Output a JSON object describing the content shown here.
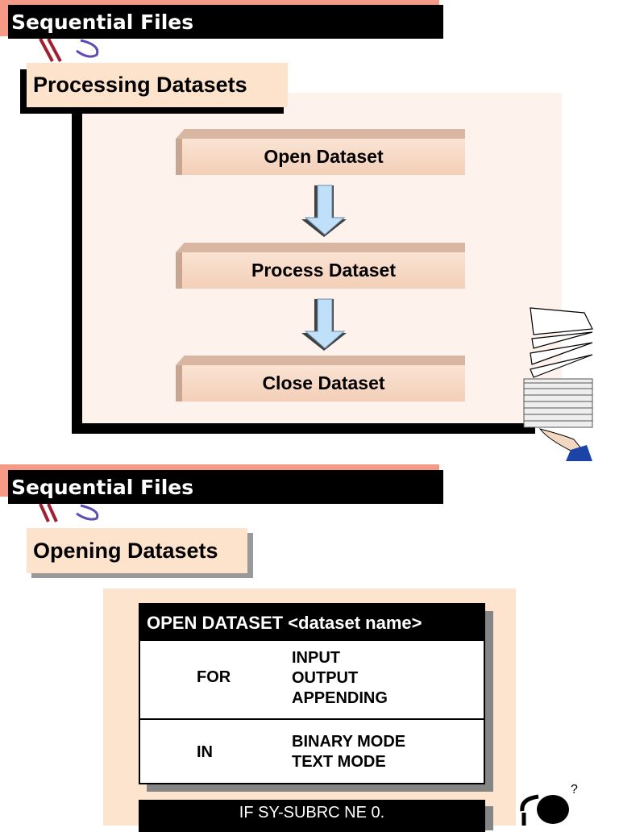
{
  "slide1": {
    "header": "Sequential Files",
    "subtitle": "Processing Datasets",
    "steps": [
      "Open  Dataset",
      "Process  Dataset",
      "Close  Dataset"
    ]
  },
  "slide2": {
    "header": "Sequential Files",
    "subtitle": "Opening Datasets",
    "table": {
      "header": "OPEN  DATASET  <dataset name>",
      "rows": [
        {
          "keyword": "FOR",
          "options": [
            "INPUT",
            "OUTPUT",
            "APPENDING"
          ]
        },
        {
          "keyword": "IN",
          "options": [
            "BINARY  MODE",
            "TEXT  MODE"
          ]
        }
      ]
    },
    "code": "IF  SY-SUBRC  NE  0."
  }
}
